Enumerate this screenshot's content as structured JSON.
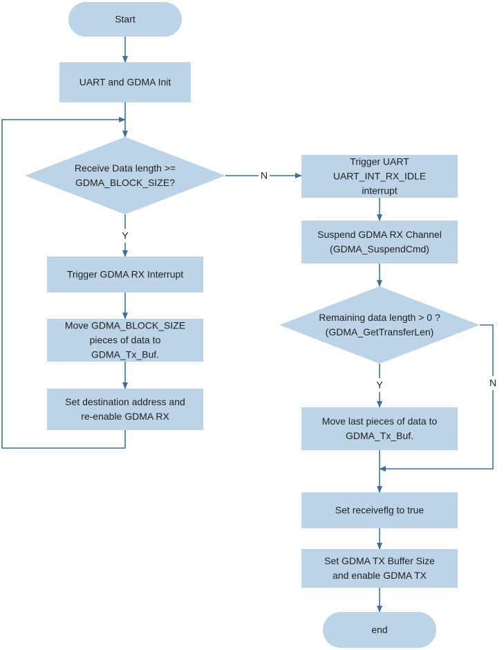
{
  "colors": {
    "node_fill": "#bdd4e8",
    "edge_stroke": "#3c6fa0",
    "text": "#1f1f1f"
  },
  "nodes": {
    "start": {
      "shape": "terminal",
      "lines": [
        "Start"
      ]
    },
    "init": {
      "shape": "process",
      "lines": [
        "UART and GDMA Init"
      ]
    },
    "check_len": {
      "shape": "decision",
      "lines": [
        "Receive Data length >=",
        "GDMA_BLOCK_SIZE?"
      ]
    },
    "trigger_rx_int": {
      "shape": "process",
      "lines": [
        "Trigger GDMA RX Interrupt"
      ]
    },
    "move_block": {
      "shape": "process",
      "lines": [
        "Move GDMA_BLOCK_SIZE",
        "pieces of data to",
        "GDMA_Tx_Buf."
      ]
    },
    "set_dest": {
      "shape": "process",
      "lines": [
        "Set destination address and",
        "re-enable GDMA RX"
      ]
    },
    "trigger_uart": {
      "shape": "process",
      "lines": [
        "Trigger UART",
        "UART_INT_RX_IDLE",
        "interrupt"
      ]
    },
    "suspend": {
      "shape": "process",
      "lines": [
        "Suspend GDMA RX Channel",
        "(GDMA_SuspendCmd)"
      ]
    },
    "remaining": {
      "shape": "decision",
      "lines": [
        "Remaining data length > 0 ?",
        "(GDMA_GetTransferLen)"
      ]
    },
    "move_last": {
      "shape": "process",
      "lines": [
        "Move last pieces of data to",
        "GDMA_Tx_Buf."
      ]
    },
    "set_flag": {
      "shape": "process",
      "lines": [
        "Set receiveflg to true"
      ]
    },
    "set_tx": {
      "shape": "process",
      "lines": [
        "Set GDMA TX Buffer Size",
        "and enable GDMA TX"
      ]
    },
    "end": {
      "shape": "terminal",
      "lines": [
        "end"
      ]
    }
  },
  "edges": [
    {
      "from": "start",
      "to": "init",
      "label": ""
    },
    {
      "from": "init",
      "to": "check_len",
      "label": ""
    },
    {
      "from": "check_len",
      "to": "trigger_uart",
      "label": "N"
    },
    {
      "from": "check_len",
      "to": "trigger_rx_int",
      "label": "Y"
    },
    {
      "from": "trigger_rx_int",
      "to": "move_block",
      "label": ""
    },
    {
      "from": "move_block",
      "to": "set_dest",
      "label": ""
    },
    {
      "from": "set_dest",
      "to": "check_len",
      "label": ""
    },
    {
      "from": "trigger_uart",
      "to": "suspend",
      "label": ""
    },
    {
      "from": "suspend",
      "to": "remaining",
      "label": ""
    },
    {
      "from": "remaining",
      "to": "move_last",
      "label": "Y"
    },
    {
      "from": "remaining",
      "to": "set_flag",
      "label": "N"
    },
    {
      "from": "move_last",
      "to": "set_flag",
      "label": ""
    },
    {
      "from": "set_flag",
      "to": "set_tx",
      "label": ""
    },
    {
      "from": "set_tx",
      "to": "end",
      "label": ""
    }
  ]
}
